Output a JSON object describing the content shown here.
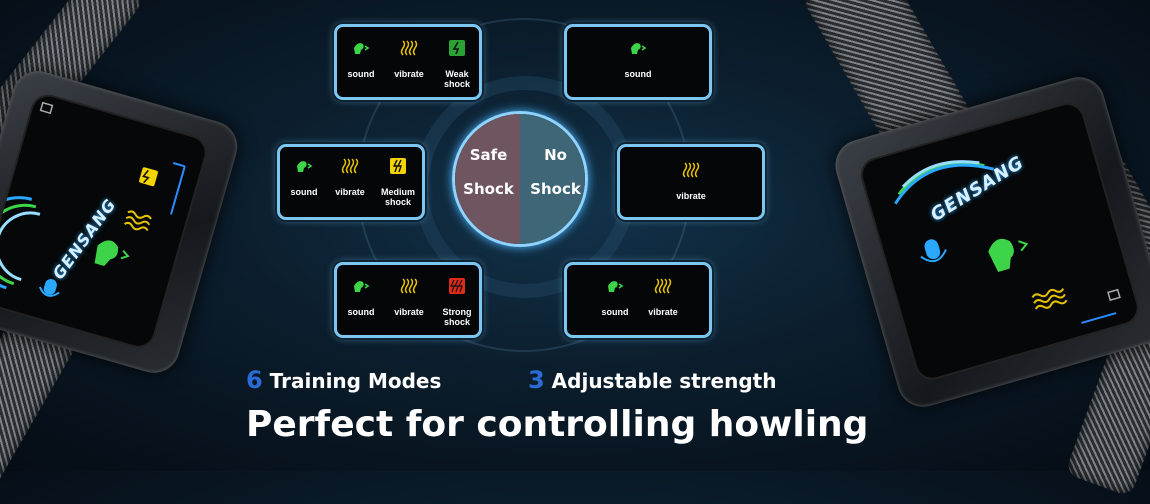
{
  "modes": {
    "safe_label": "Safe",
    "safe_sub": "Shock",
    "no_label": "No",
    "no_sub": "Shock"
  },
  "cards": {
    "c1": {
      "items": [
        "sound",
        "vibrate",
        "Weak shock"
      ]
    },
    "c2": {
      "items": [
        "sound"
      ]
    },
    "c3": {
      "items": [
        "sound",
        "vibrate",
        "Medium shock"
      ]
    },
    "c4": {
      "items": [
        "vibrate"
      ]
    },
    "c5": {
      "items": [
        "sound",
        "vibrate",
        "Strong shock"
      ]
    },
    "c6": {
      "items": [
        "sound",
        "vibrate"
      ]
    }
  },
  "features": {
    "modes_count": "6",
    "modes_text": "Training Modes",
    "strength_count": "3",
    "strength_text": "Adjustable strength"
  },
  "tagline": "Perfect for controlling howling",
  "brand": "GENSANG",
  "colors": {
    "card_border": "#7cc7f1",
    "sound_icon": "#3dd44a",
    "vibrate_icon": "#e6c200",
    "weak_shock": "#2aa233",
    "medium_shock": "#f2d400",
    "strong_shock": "#e02a1a",
    "accent_number": "#2a6bd6"
  },
  "icons": [
    "sound-icon",
    "vibrate-icon",
    "shock-icon"
  ]
}
